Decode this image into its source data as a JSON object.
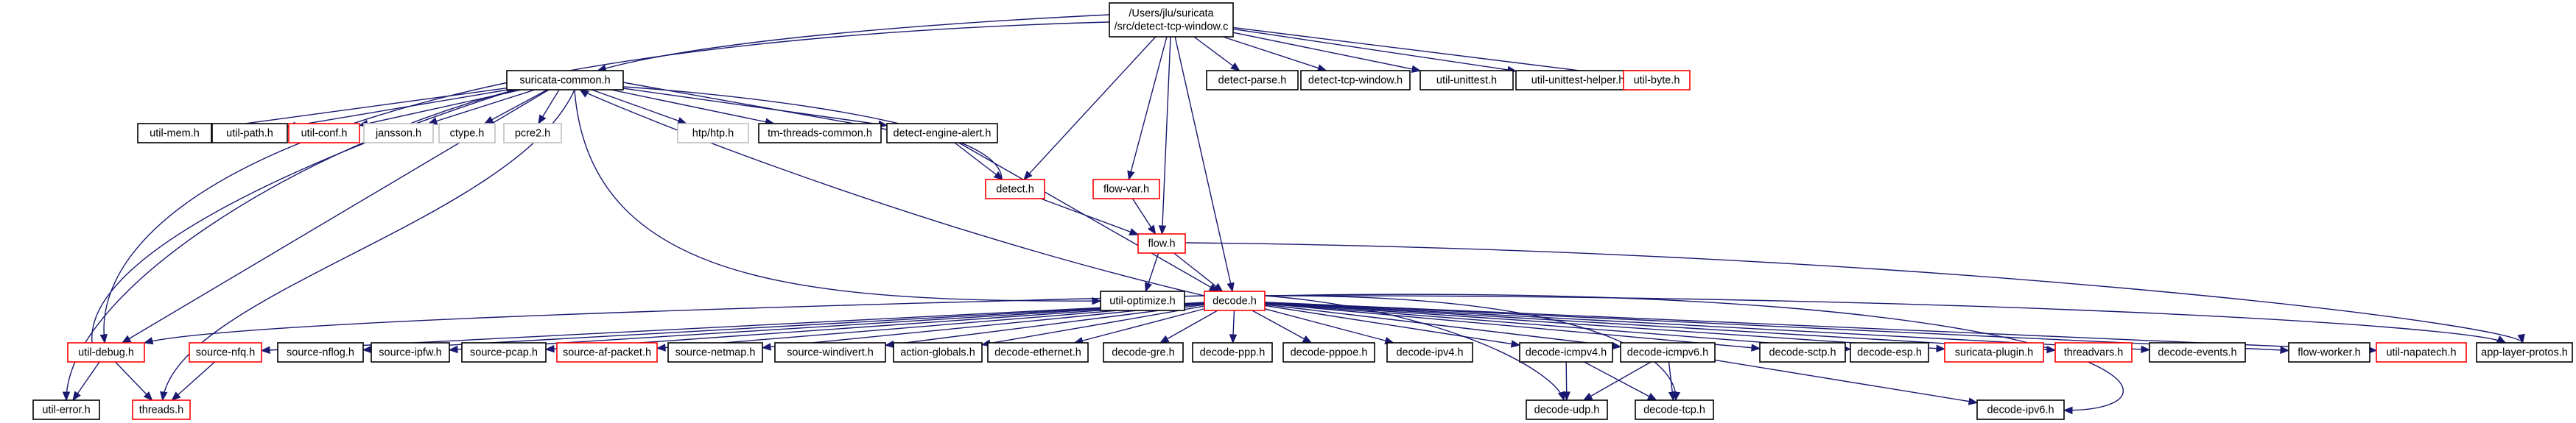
{
  "colors": {
    "edge": "#191970",
    "normal": "#000000",
    "missing": "#bfbfbf",
    "truncated": "#ff0000",
    "root_fill": "#bfbfbf"
  },
  "nodes": [
    {
      "id": "root",
      "lines": [
        "/Users/jlu/suricata",
        "/src/detect-tcp-window.c"
      ],
      "style": "root"
    },
    {
      "id": "common",
      "lines": [
        "suricata-common.h"
      ],
      "style": "normal"
    },
    {
      "id": "dparse",
      "lines": [
        "detect-parse.h"
      ],
      "style": "normal"
    },
    {
      "id": "dtcpw",
      "lines": [
        "detect-tcp-window.h"
      ],
      "style": "normal"
    },
    {
      "id": "uunit",
      "lines": [
        "util-unittest.h"
      ],
      "style": "normal"
    },
    {
      "id": "uunith",
      "lines": [
        "util-unittest-helper.h"
      ],
      "style": "normal"
    },
    {
      "id": "ubyte",
      "lines": [
        "util-byte.h"
      ],
      "style": "truncated"
    },
    {
      "id": "umem",
      "lines": [
        "util-mem.h"
      ],
      "style": "normal"
    },
    {
      "id": "upath",
      "lines": [
        "util-path.h"
      ],
      "style": "normal"
    },
    {
      "id": "uconf",
      "lines": [
        "util-conf.h"
      ],
      "style": "truncated"
    },
    {
      "id": "jansson",
      "lines": [
        "jansson.h"
      ],
      "style": "missing"
    },
    {
      "id": "ctype",
      "lines": [
        "ctype.h"
      ],
      "style": "missing"
    },
    {
      "id": "pcre2",
      "lines": [
        "pcre2.h"
      ],
      "style": "missing"
    },
    {
      "id": "htp",
      "lines": [
        "htp/htp.h"
      ],
      "style": "missing"
    },
    {
      "id": "tmthr",
      "lines": [
        "tm-threads-common.h"
      ],
      "style": "normal"
    },
    {
      "id": "dea",
      "lines": [
        "detect-engine-alert.h"
      ],
      "style": "normal"
    },
    {
      "id": "detect",
      "lines": [
        "detect.h"
      ],
      "style": "truncated"
    },
    {
      "id": "flowvar",
      "lines": [
        "flow-var.h"
      ],
      "style": "truncated"
    },
    {
      "id": "flow",
      "lines": [
        "flow.h"
      ],
      "style": "truncated"
    },
    {
      "id": "uopt",
      "lines": [
        "util-optimize.h"
      ],
      "style": "normal"
    },
    {
      "id": "decode",
      "lines": [
        "decode.h"
      ],
      "style": "truncated"
    },
    {
      "id": "udebug",
      "lines": [
        "util-debug.h"
      ],
      "style": "truncated"
    },
    {
      "id": "snfq",
      "lines": [
        "source-nfq.h"
      ],
      "style": "truncated"
    },
    {
      "id": "snflog",
      "lines": [
        "source-nflog.h"
      ],
      "style": "normal"
    },
    {
      "id": "sipfw",
      "lines": [
        "source-ipfw.h"
      ],
      "style": "normal"
    },
    {
      "id": "spcap",
      "lines": [
        "source-pcap.h"
      ],
      "style": "normal"
    },
    {
      "id": "safp",
      "lines": [
        "source-af-packet.h"
      ],
      "style": "truncated"
    },
    {
      "id": "snetmap",
      "lines": [
        "source-netmap.h"
      ],
      "style": "normal"
    },
    {
      "id": "swindivert",
      "lines": [
        "source-windivert.h"
      ],
      "style": "normal"
    },
    {
      "id": "actglob",
      "lines": [
        "action-globals.h"
      ],
      "style": "normal"
    },
    {
      "id": "deth",
      "lines": [
        "decode-ethernet.h"
      ],
      "style": "normal"
    },
    {
      "id": "dgre",
      "lines": [
        "decode-gre.h"
      ],
      "style": "normal"
    },
    {
      "id": "dppp",
      "lines": [
        "decode-ppp.h"
      ],
      "style": "normal"
    },
    {
      "id": "dpppoe",
      "lines": [
        "decode-pppoe.h"
      ],
      "style": "normal"
    },
    {
      "id": "dipv4",
      "lines": [
        "decode-ipv4.h"
      ],
      "style": "normal"
    },
    {
      "id": "dicmp4",
      "lines": [
        "decode-icmpv4.h"
      ],
      "style": "normal"
    },
    {
      "id": "dicmp6",
      "lines": [
        "decode-icmpv6.h"
      ],
      "style": "normal"
    },
    {
      "id": "dsctp",
      "lines": [
        "decode-sctp.h"
      ],
      "style": "normal"
    },
    {
      "id": "desp",
      "lines": [
        "decode-esp.h"
      ],
      "style": "normal"
    },
    {
      "id": "splugin",
      "lines": [
        "suricata-plugin.h"
      ],
      "style": "truncated"
    },
    {
      "id": "threadvars",
      "lines": [
        "threadvars.h"
      ],
      "style": "truncated"
    },
    {
      "id": "devents",
      "lines": [
        "decode-events.h"
      ],
      "style": "normal"
    },
    {
      "id": "fworker",
      "lines": [
        "flow-worker.h"
      ],
      "style": "normal"
    },
    {
      "id": "unapa",
      "lines": [
        "util-napatech.h"
      ],
      "style": "truncated"
    },
    {
      "id": "alproto",
      "lines": [
        "app-layer-protos.h"
      ],
      "style": "normal"
    },
    {
      "id": "uerror",
      "lines": [
        "util-error.h"
      ],
      "style": "normal"
    },
    {
      "id": "threads",
      "lines": [
        "threads.h"
      ],
      "style": "truncated"
    },
    {
      "id": "dudp",
      "lines": [
        "decode-udp.h"
      ],
      "style": "normal"
    },
    {
      "id": "dtcp",
      "lines": [
        "decode-tcp.h"
      ],
      "style": "normal"
    },
    {
      "id": "dipv6",
      "lines": [
        "decode-ipv6.h"
      ],
      "style": "normal"
    }
  ],
  "edges": [
    [
      "root",
      "common"
    ],
    [
      "root",
      "dparse"
    ],
    [
      "root",
      "dtcpw"
    ],
    [
      "root",
      "uunit"
    ],
    [
      "root",
      "uunith"
    ],
    [
      "root",
      "ubyte"
    ],
    [
      "root",
      "udebug"
    ],
    [
      "root",
      "detect"
    ],
    [
      "root",
      "flowvar"
    ],
    [
      "root",
      "flow"
    ],
    [
      "root",
      "decode"
    ],
    [
      "common",
      "umem"
    ],
    [
      "common",
      "upath"
    ],
    [
      "common",
      "uconf"
    ],
    [
      "common",
      "jansson"
    ],
    [
      "common",
      "ctype"
    ],
    [
      "common",
      "pcre2"
    ],
    [
      "common",
      "htp"
    ],
    [
      "common",
      "tmthr"
    ],
    [
      "common",
      "dea"
    ],
    [
      "common",
      "uopt"
    ],
    [
      "common",
      "udebug"
    ],
    [
      "common",
      "uerror"
    ],
    [
      "common",
      "threads"
    ],
    [
      "dea",
      "common"
    ],
    [
      "dea",
      "detect"
    ],
    [
      "dea",
      "decode"
    ],
    [
      "detect",
      "common"
    ],
    [
      "detect",
      "flow"
    ],
    [
      "flowvar",
      "flow"
    ],
    [
      "flow",
      "uopt"
    ],
    [
      "flow",
      "decode"
    ],
    [
      "flow",
      "alproto"
    ],
    [
      "decode",
      "common"
    ],
    [
      "decode",
      "udebug"
    ],
    [
      "decode",
      "snfq"
    ],
    [
      "decode",
      "snflog"
    ],
    [
      "decode",
      "sipfw"
    ],
    [
      "decode",
      "spcap"
    ],
    [
      "decode",
      "safp"
    ],
    [
      "decode",
      "snetmap"
    ],
    [
      "decode",
      "swindivert"
    ],
    [
      "decode",
      "actglob"
    ],
    [
      "decode",
      "deth"
    ],
    [
      "decode",
      "dgre"
    ],
    [
      "decode",
      "dppp"
    ],
    [
      "decode",
      "dpppoe"
    ],
    [
      "decode",
      "dipv4"
    ],
    [
      "decode",
      "dicmp4"
    ],
    [
      "decode",
      "dicmp6"
    ],
    [
      "decode",
      "dsctp"
    ],
    [
      "decode",
      "desp"
    ],
    [
      "decode",
      "splugin"
    ],
    [
      "decode",
      "threadvars"
    ],
    [
      "decode",
      "devents"
    ],
    [
      "decode",
      "fworker"
    ],
    [
      "decode",
      "unapa"
    ],
    [
      "decode",
      "alproto"
    ],
    [
      "decode",
      "dudp"
    ],
    [
      "decode",
      "dtcp"
    ],
    [
      "decode",
      "dipv6"
    ],
    [
      "udebug",
      "common"
    ],
    [
      "udebug",
      "uerror"
    ],
    [
      "udebug",
      "threads"
    ],
    [
      "snfq",
      "threads"
    ],
    [
      "dicmp4",
      "dudp"
    ],
    [
      "dicmp4",
      "dtcp"
    ],
    [
      "dicmp6",
      "dudp"
    ],
    [
      "dicmp6",
      "dtcp"
    ],
    [
      "dicmp6",
      "dipv6"
    ]
  ]
}
